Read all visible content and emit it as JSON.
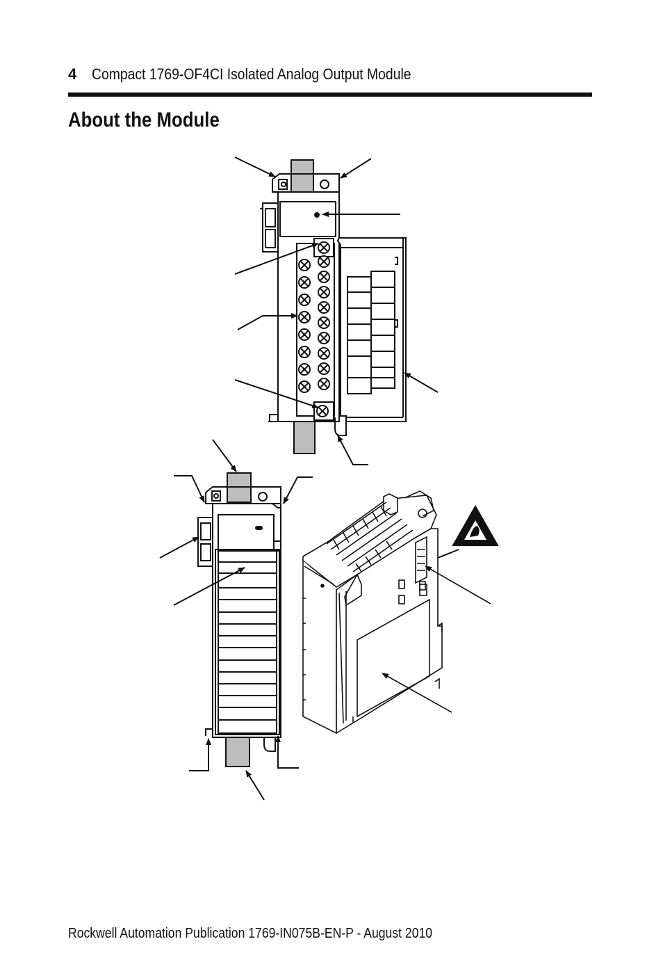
{
  "header": {
    "page_number": "4",
    "running_title": "Compact 1769-OF4CI Isolated Analog Output Module"
  },
  "section": {
    "title": "About the Module"
  },
  "figure": {
    "icons": [
      "module-front-view-illustration",
      "module-side-view-illustration",
      "module-isometric-illustration",
      "esd-warning-icon"
    ]
  },
  "footer": {
    "publication": "Rockwell Automation Publication  1769-IN075B-EN-P - August 2010"
  }
}
